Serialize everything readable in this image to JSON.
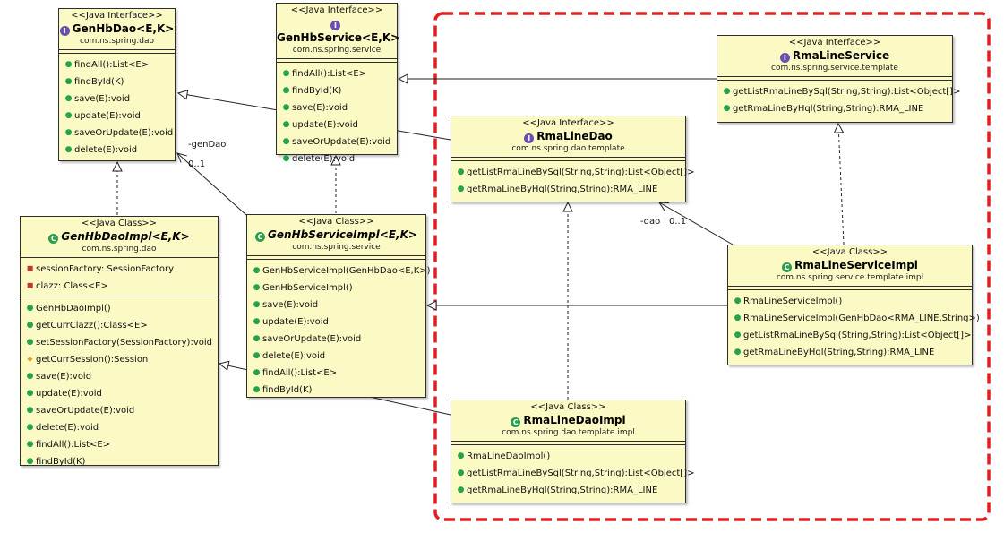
{
  "classes": {
    "genhbdao": {
      "stereotype": "<<Java Interface>>",
      "name": "GenHbDao<E,K>",
      "package": "com.ns.spring.dao",
      "methods": [
        "findAll():List<E>",
        "findById(K)",
        "save(E):void",
        "update(E):void",
        "saveOrUpdate(E):void",
        "delete(E):void"
      ]
    },
    "genhbservice": {
      "stereotype": "<<Java Interface>>",
      "name": "GenHbService<E,K>",
      "package": "com.ns.spring.service",
      "methods": [
        "findAll():List<E>",
        "findById(K)",
        "save(E):void",
        "update(E):void",
        "saveOrUpdate(E):void",
        "delete(E):void"
      ]
    },
    "rmalineservice": {
      "stereotype": "<<Java Interface>>",
      "name": "RmaLineService",
      "package": "com.ns.spring.service.template",
      "methods": [
        "getListRmaLineBySql(String,String):List<Object[]>",
        "getRmaLineByHql(String,String):RMA_LINE"
      ]
    },
    "rmalinedao": {
      "stereotype": "<<Java Interface>>",
      "name": "RmaLineDao",
      "package": "com.ns.spring.dao.template",
      "methods": [
        "getListRmaLineBySql(String,String):List<Object[]>",
        "getRmaLineByHql(String,String):RMA_LINE"
      ]
    },
    "genhbdaoimpl": {
      "stereotype": "<<Java Class>>",
      "name": "GenHbDaoImpl<E,K>",
      "package": "com.ns.spring.dao",
      "fields": [
        "sessionFactory: SessionFactory",
        "clazz: Class<E>"
      ],
      "methods": [
        "GenHbDaoImpl()",
        "getCurrClazz():Class<E>",
        "setSessionFactory(SessionFactory):void",
        "getCurrSession():Session",
        "save(E):void",
        "update(E):void",
        "saveOrUpdate(E):void",
        "delete(E):void",
        "findAll():List<E>",
        "findById(K)"
      ]
    },
    "genhbserviceimpl": {
      "stereotype": "<<Java Class>>",
      "name": "GenHbServiceImpl<E,K>",
      "package": "com.ns.spring.service",
      "methods": [
        "GenHbServiceImpl(GenHbDao<E,K>)",
        "GenHbServiceImpl()",
        "save(E):void",
        "update(E):void",
        "saveOrUpdate(E):void",
        "delete(E):void",
        "findAll():List<E>",
        "findById(K)"
      ]
    },
    "rmalineserviceimpl": {
      "stereotype": "<<Java Class>>",
      "name": "RmaLineServiceImpl",
      "package": "com.ns.spring.service.template.impl",
      "methods": [
        "RmaLineServiceImpl()",
        "RmaLineServiceImpl(GenHbDao<RMA_LINE,String>)",
        "getListRmaLineBySql(String,String):List<Object[]>",
        "getRmaLineByHql(String,String):RMA_LINE"
      ]
    },
    "rmalinedaoimpl": {
      "stereotype": "<<Java Class>>",
      "name": "RmaLineDaoImpl",
      "package": "com.ns.spring.dao.template.impl",
      "methods": [
        "RmaLineDaoImpl()",
        "getListRmaLineBySql(String,String):List<Object[]>",
        "getRmaLineByHql(String,String):RMA_LINE"
      ]
    }
  },
  "labels": {
    "gendao_role": "-genDao",
    "gendao_mult": "0..1",
    "dao_role": "-dao",
    "dao_mult": "0..1"
  },
  "colors": {
    "box_fill": "#fbf9c4",
    "highlight": "#e02020",
    "interface_icon": "#6a4fb3",
    "class_icon": "#2e9e4a"
  }
}
